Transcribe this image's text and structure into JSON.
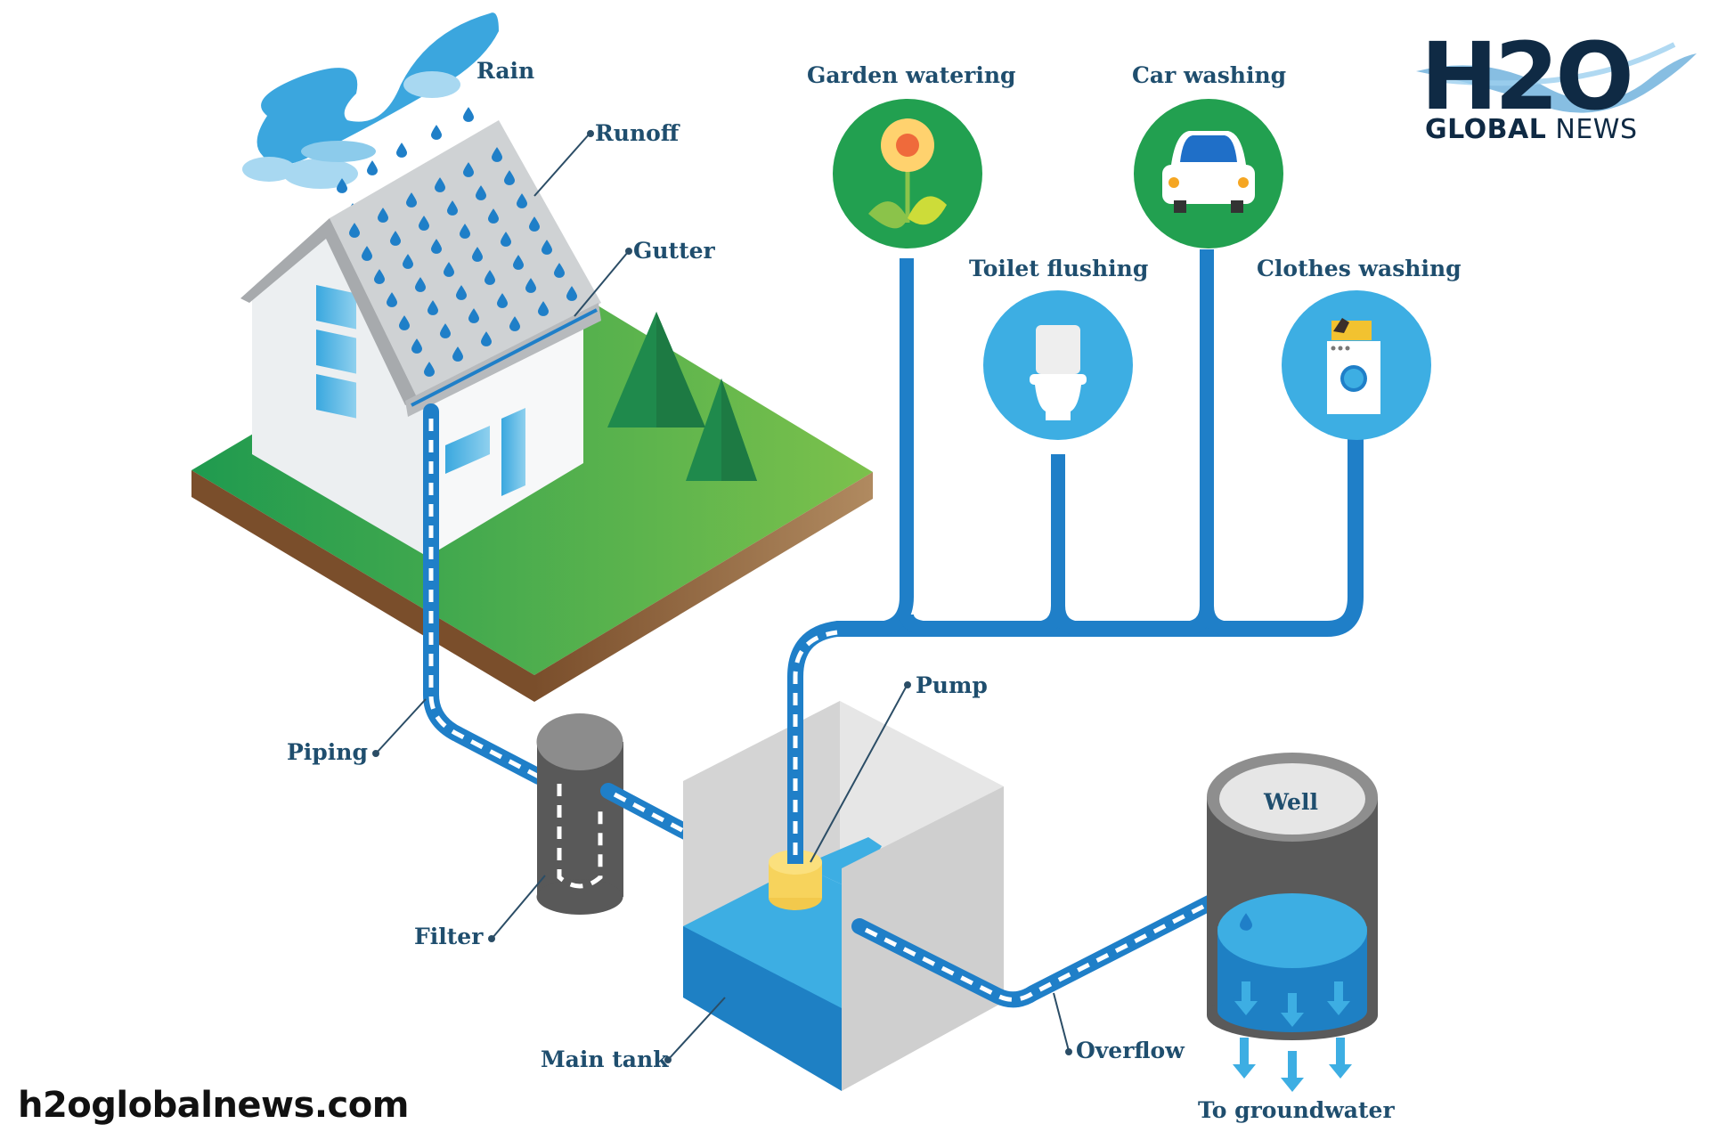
{
  "title": "Rainwater harvesting system",
  "labels": {
    "rain": "Rain",
    "runoff": "Runoff",
    "gutter": "Gutter",
    "piping": "Piping",
    "filter": "Filter",
    "pump": "Pump",
    "main_tank": "Main tank",
    "overflow": "Overflow",
    "well": "Well",
    "to_groundwater": "To groundwater"
  },
  "uses": [
    {
      "label": "Garden watering",
      "icon": "sunflower-icon",
      "color": "#22a050"
    },
    {
      "label": "Car washing",
      "icon": "car-icon",
      "color": "#22a050"
    },
    {
      "label": "Toilet flushing",
      "icon": "toilet-icon",
      "color": "#3daee3"
    },
    {
      "label": "Clothes washing",
      "icon": "washing-machine-icon",
      "color": "#3daee3"
    }
  ],
  "logo": {
    "main": "H2O",
    "sub_bold": "GLOBAL",
    "sub_light": " NEWS"
  },
  "website": "h2oglobalnews.com",
  "colors": {
    "pipe": "#1f7fc8",
    "water_light": "#3daee3",
    "water_dark": "#1e80c4",
    "grass": "#5cb85c",
    "soil": "#8c6239",
    "label_text": "#1f4e6e",
    "green_icon_bg": "#22a050",
    "blue_icon_bg": "#3daee3"
  }
}
